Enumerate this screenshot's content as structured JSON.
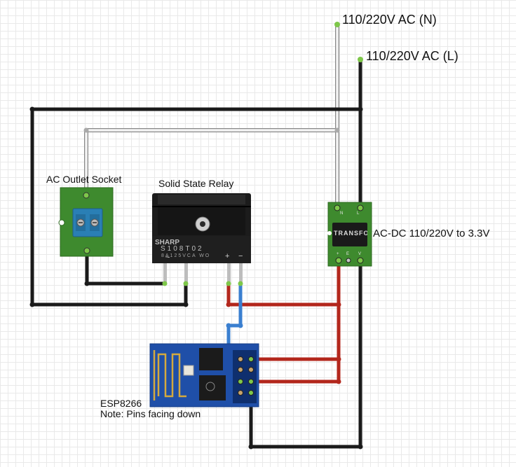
{
  "labels": {
    "ac_neutral": "110/220V AC (N)",
    "ac_live": "110/220V AC (L)",
    "ac_outlet": "AC Outlet Socket",
    "ssr": "Solid State Relay",
    "converter": "AC-DC 110/220V to 3.3V",
    "esp_name": "ESP8266",
    "esp_note": "Note: Pins facing down"
  },
  "ssr_markings": {
    "brand": "SHARP",
    "part": "S108T02",
    "rating": "8A125VCA WO",
    "ac_symbol": "~",
    "plus": "+",
    "minus": "−"
  },
  "converter_markings": {
    "chip": "TRANSFO",
    "pin_top_left": "N",
    "pin_top_right": "L",
    "pin_bottom_left": "+",
    "pin_bottom_mid": "E",
    "pin_bottom_right": "V"
  },
  "colors": {
    "wire_black": "#1a1a1a",
    "wire_white": "#cfcfcf",
    "wire_red": "#b3271c",
    "wire_blue": "#3a7fd0",
    "pcb_green": "#3e8a2e",
    "esp_blue": "#1f4fa8"
  }
}
